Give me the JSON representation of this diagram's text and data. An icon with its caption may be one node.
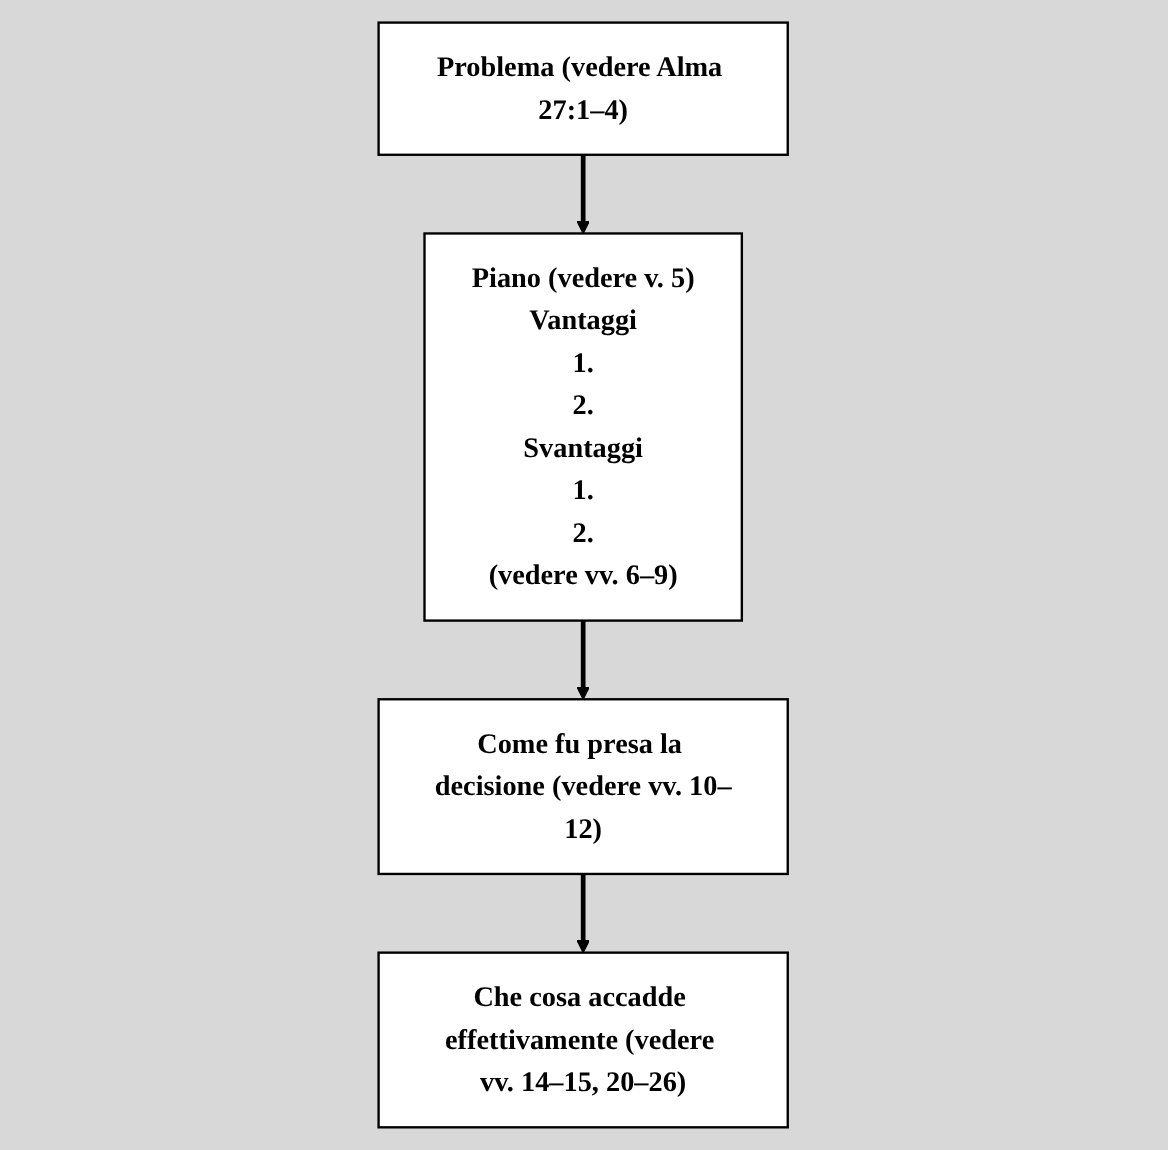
{
  "diagram": {
    "nodes": [
      {
        "text": [
          "Problema (vedere Alma 27:1–4)"
        ]
      },
      {
        "text": [
          "Piano (vedere v. 5)",
          "Vantaggi",
          "1.",
          "2.",
          "Svantaggi",
          "1.",
          "2.",
          "(vedere vv. 6–9)"
        ]
      },
      {
        "text": [
          "Come fu presa la decisione (vedere vv. 10–12)"
        ]
      },
      {
        "text": [
          "Che cosa accadde effettivamente (vedere vv. 14–15, 20–26)"
        ]
      }
    ],
    "edges": [
      {
        "from": 0,
        "to": 1,
        "arrow": "to"
      },
      {
        "from": 1,
        "to": 2,
        "arrow": "to"
      },
      {
        "from": 2,
        "to": 3,
        "arrow": "to"
      }
    ]
  }
}
